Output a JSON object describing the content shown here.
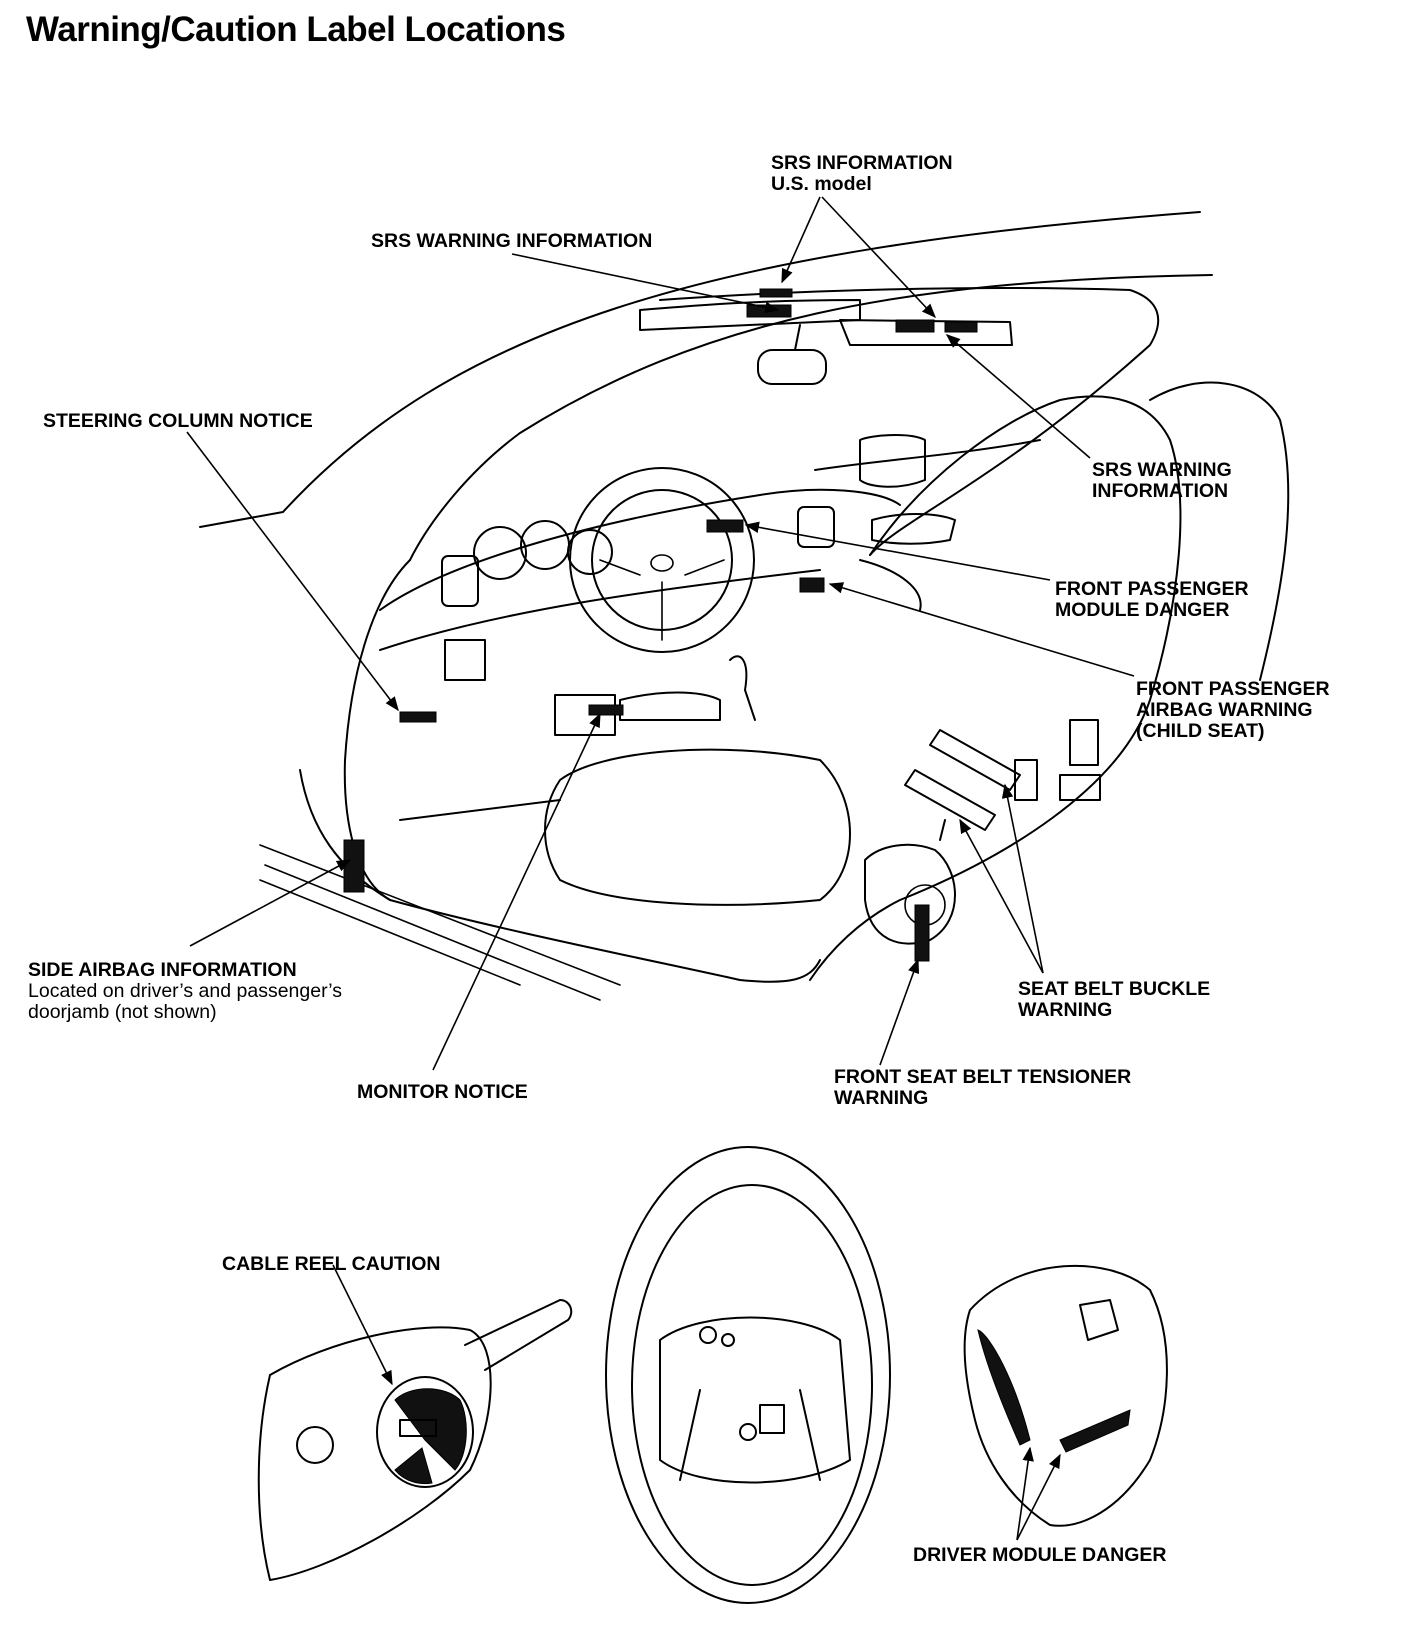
{
  "title": "Warning/Caution Label Locations",
  "labels": {
    "srs_information": {
      "line1": "SRS INFORMATION",
      "line2": "U.S. model"
    },
    "srs_warning_information_top": "SRS WARNING INFORMATION",
    "steering_column_notice": "STEERING COLUMN NOTICE",
    "srs_warning_information_right": {
      "line1": "SRS WARNING",
      "line2": "INFORMATION"
    },
    "front_passenger_module_danger": {
      "line1": "FRONT PASSENGER",
      "line2": "MODULE DANGER"
    },
    "front_passenger_airbag_warning": {
      "line1": "FRONT PASSENGER",
      "line2": "AIRBAG WARNING",
      "line3": "(CHILD SEAT)"
    },
    "side_airbag_information": {
      "line1": "SIDE AIRBAG INFORMATION",
      "line2": "Located on driver’s and passenger’s",
      "line3": "doorjamb (not shown)"
    },
    "monitor_notice": "MONITOR NOTICE",
    "seat_belt_buckle_warning": {
      "line1": "SEAT BELT BUCKLE",
      "line2": "WARNING"
    },
    "front_seat_belt_tensioner_warning": {
      "line1": "FRONT SEAT BELT TENSIONER",
      "line2": "WARNING"
    },
    "cable_reel_caution": "CABLE REEL CAUTION",
    "driver_module_danger": "DRIVER MODULE DANGER"
  }
}
